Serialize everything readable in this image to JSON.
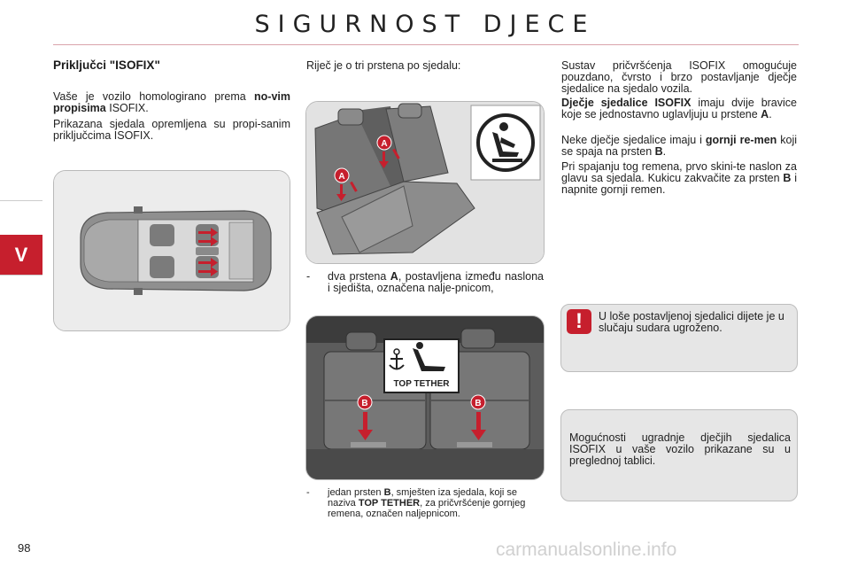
{
  "header": {
    "title": "SIGURNOST DJECE"
  },
  "side_tab": {
    "label": "V"
  },
  "footer": {
    "page_number": "98",
    "watermark": "carmanualsonline.info"
  },
  "col1": {
    "heading": "Priključci \"ISOFIX\"",
    "p1_a": "Vaše je vozilo homologirano prema ",
    "p1_b": "no-vim propisima",
    "p1_c": " ISOFIX.",
    "p2": "Prikazana sjedala opremljena su propi-sanim priključcima ISOFIX."
  },
  "col2": {
    "intro": "Riječ je o tri prstena po sjedalu:",
    "item1_dash": "-",
    "item1_a": "dva prstena ",
    "item1_b": "A",
    "item1_c": ", postavljena između naslona i sjedišta, označena nalje-pnicom,",
    "item2_dash": "-",
    "item2_a": "jedan prsten ",
    "item2_b": "B",
    "item2_c": ", smješten iza sjedala, koji se naziva ",
    "item2_d": "TOP TETHER",
    "item2_e": ", za pričvršćenje gornjeg remena, označen naljepnicom.",
    "label_a": "A",
    "label_b": "B",
    "top_tether_label": "TOP TETHER"
  },
  "col3": {
    "p1": "Sustav pričvršćenja ISOFIX omogućuje pouzdano, čvrsto i brzo postavljanje dječje sjedalice na sjedalo vozila.",
    "p2_a": "Dječje sjedalice ISOFIX",
    "p2_b": " imaju dvije bravice koje se jednostavno uglavljuju u prstene ",
    "p2_c": "A",
    "p2_d": ".",
    "p3_a": "Neke dječje sjedalice imaju i ",
    "p3_b": "gornji re-men",
    "p3_c": " koji se spaja na prsten ",
    "p3_d": "B",
    "p3_e": ".",
    "p4_a": "Pri spajanju tog remena, prvo skini-te naslon za glavu sa sjedala. Kukicu zakvačite za prsten ",
    "p4_b": "B",
    "p4_c": " i napnite gornji remen.",
    "warning": "U loše postavljenoj sjedalici dijete je u slučaju sudara ugroženo.",
    "info": "Mogućnosti ugradnje dječjih sjedalica ISOFIX u vaše vozilo prikazane su u preglednoj tablici."
  },
  "colors": {
    "accent": "#c61f2d",
    "rule": "#d9a3ab"
  },
  "icons": [
    "isofix-child-seat-icon",
    "warning-exclamation-icon",
    "anchor-icon"
  ]
}
